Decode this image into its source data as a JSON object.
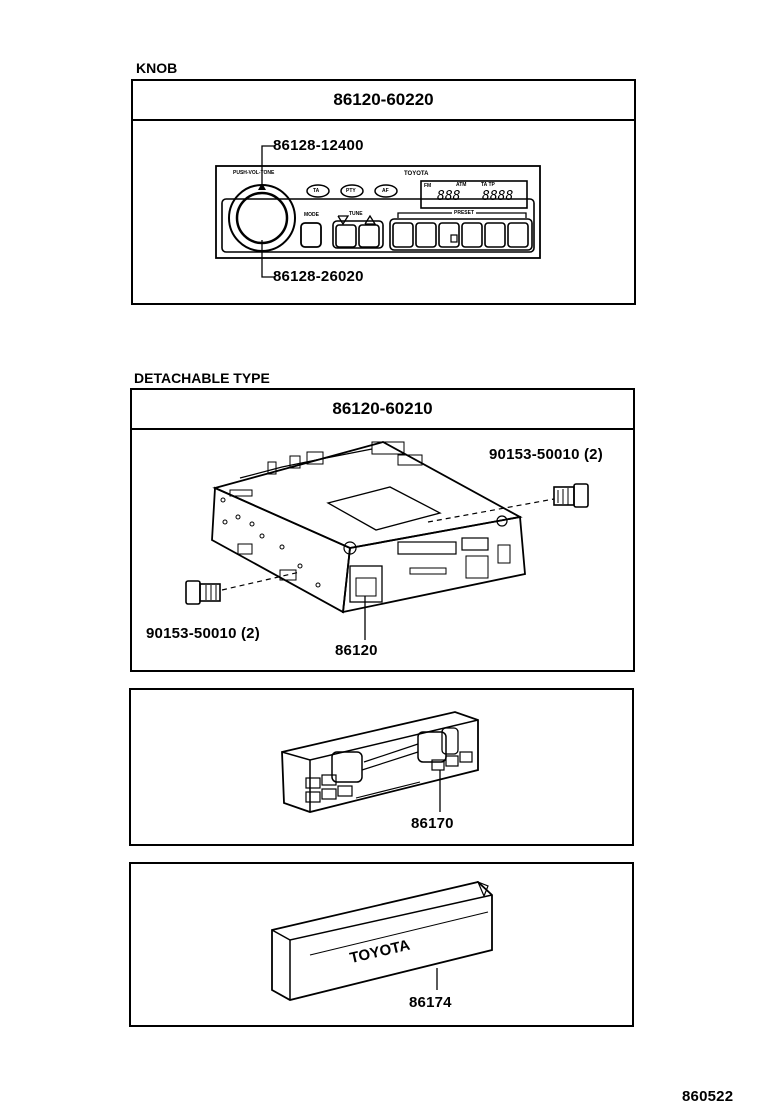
{
  "knob": {
    "section_title": "KNOB",
    "assembly_part": "86120-60220",
    "part_knob_top": "86128-12400",
    "part_knob_bottom": "86128-26020",
    "panel": {
      "knob_label": "PUSH-VOL-TONE",
      "btn_1": "TA",
      "btn_2": "PTY",
      "btn_3": "AF",
      "brand": "TOYOTA",
      "mode_label": "MODE",
      "tune_label": "TUNE",
      "preset_label": "PRESET",
      "disp_a": "ATM",
      "disp_b": "TA TP",
      "disp_c": "FM",
      "disp_digits_1": "888",
      "disp_digits_2": "8888"
    }
  },
  "detachable": {
    "section_title": "DETACHABLE TYPE",
    "assembly_part": "86120-60210",
    "screw_right": "90153-50010 (2)",
    "screw_left": "90153-50010 (2)",
    "unit_part": "86120"
  },
  "faceplate": {
    "part": "86170"
  },
  "case": {
    "part": "86174",
    "brand": "TOYOTA"
  },
  "page_code": "860522"
}
